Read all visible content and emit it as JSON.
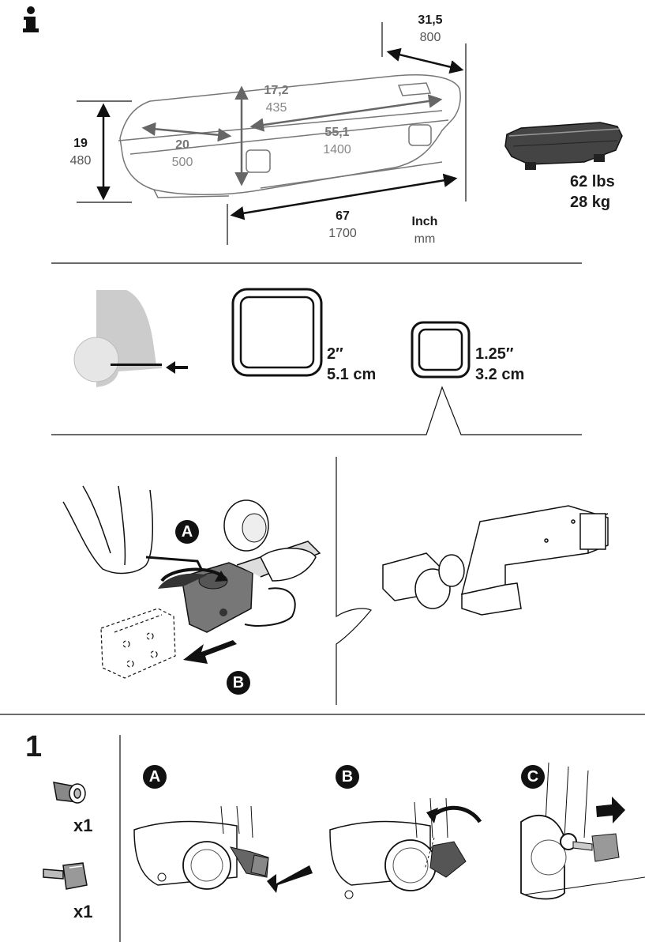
{
  "dimensions": {
    "depth": {
      "inch": "31,5",
      "mm": "800"
    },
    "lid_height": {
      "inch": "17,2",
      "mm": "435"
    },
    "height": {
      "inch": "19",
      "mm": "480"
    },
    "inner_width": {
      "inch": "20",
      "mm": "500"
    },
    "inner_length": {
      "inch": "55,1",
      "mm": "1400"
    },
    "outer_length": {
      "inch": "67",
      "mm": "1700"
    },
    "units": {
      "inch": "Inch",
      "mm": "mm"
    }
  },
  "weight": {
    "lbs": "62 lbs",
    "kg": "28 kg"
  },
  "hitch": {
    "large": {
      "inch": "2″",
      "cm": "5.1 cm"
    },
    "small": {
      "inch": "1.25″",
      "cm": "3.2 cm"
    }
  },
  "labels": {
    "a": "A",
    "b": "B",
    "c": "C"
  },
  "step1": {
    "number": "1",
    "lock_qty": "x1",
    "key_qty": "x1"
  }
}
